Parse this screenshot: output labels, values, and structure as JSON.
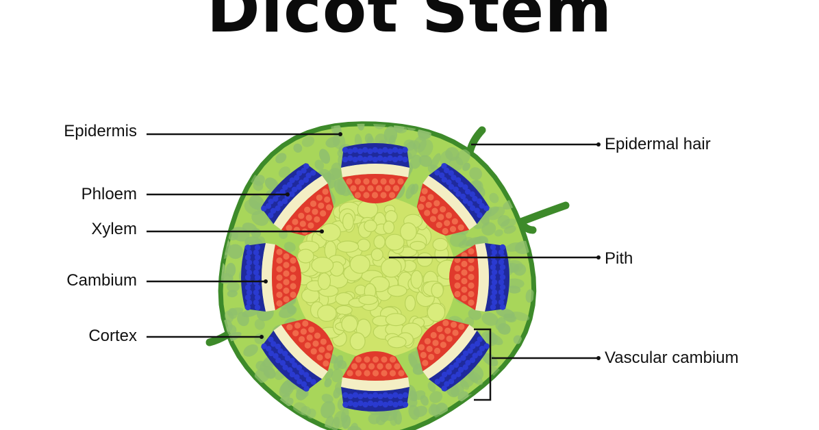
{
  "title": "Dicot Stem",
  "labels": {
    "epidermis": "Epidermis",
    "phloem": "Phloem",
    "xylem": "Xylem",
    "cambium": "Cambium",
    "cortex": "Cortex",
    "epidermal_hair": "Epidermal hair",
    "pith": "Pith",
    "vascular_cambium": "Vascular cambium"
  },
  "colors": {
    "epidermis": "#3d8a2a",
    "cortex": "#a8d65a",
    "cortex_cell": "#8fbf6e",
    "pith": "#cfe46a",
    "pith_cell": "#d9ec7c",
    "xylem": "#e03a2c",
    "xylem_cell": "#f06a4a",
    "cambium": "#f4eec4",
    "phloem": "#1f2a9c",
    "phloem_cell": "#2a3ad0",
    "leader_line": "#111111"
  }
}
